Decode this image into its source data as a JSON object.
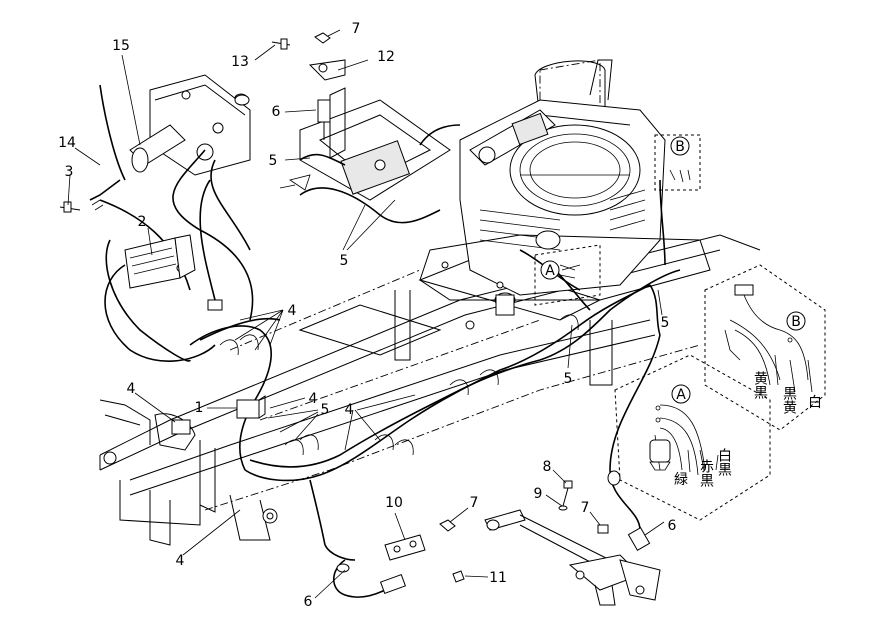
{
  "callouts": [
    {
      "id": "c1",
      "label": "1"
    },
    {
      "id": "c2",
      "label": "2"
    },
    {
      "id": "c3",
      "label": "3"
    },
    {
      "id": "c4a",
      "label": "4"
    },
    {
      "id": "c4b",
      "label": "4"
    },
    {
      "id": "c4c",
      "label": "4"
    },
    {
      "id": "c4d",
      "label": "4"
    },
    {
      "id": "c4e",
      "label": "4"
    },
    {
      "id": "c5a",
      "label": "5"
    },
    {
      "id": "c5b",
      "label": "5"
    },
    {
      "id": "c5c",
      "label": "5"
    },
    {
      "id": "c5d",
      "label": "5"
    },
    {
      "id": "c5e",
      "label": "5"
    },
    {
      "id": "c6a",
      "label": "6"
    },
    {
      "id": "c6b",
      "label": "6"
    },
    {
      "id": "c6c",
      "label": "6"
    },
    {
      "id": "c7a",
      "label": "7"
    },
    {
      "id": "c7b",
      "label": "7"
    },
    {
      "id": "c7c",
      "label": "7"
    },
    {
      "id": "c8",
      "label": "8"
    },
    {
      "id": "c9",
      "label": "9"
    },
    {
      "id": "c10",
      "label": "10"
    },
    {
      "id": "c11",
      "label": "11"
    },
    {
      "id": "c12",
      "label": "12"
    },
    {
      "id": "c13",
      "label": "13"
    },
    {
      "id": "c14",
      "label": "14"
    },
    {
      "id": "c15",
      "label": "15"
    }
  ],
  "detail_markers": {
    "a_engine": "A",
    "b_engine": "B",
    "a_detail": "A",
    "b_detail": "B"
  },
  "detail_a_wires": {
    "green": "緑",
    "red_black": "赤黒",
    "white_black": "白黒"
  },
  "detail_b_wires": {
    "yellow_black": "黄黒",
    "black_yellow": "黒黄",
    "white": "白"
  }
}
